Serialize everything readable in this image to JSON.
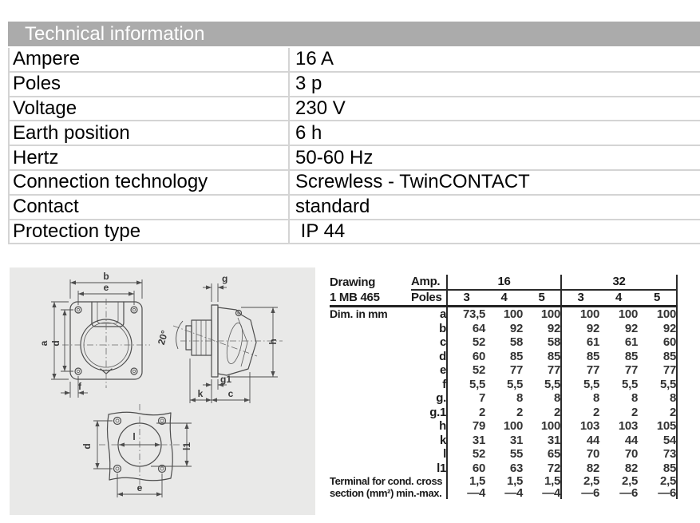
{
  "tech_info": {
    "title": "Technical information",
    "rows": [
      {
        "label": "Ampere",
        "value": "16 A"
      },
      {
        "label": "Poles",
        "value": "3 p"
      },
      {
        "label": "Voltage",
        "value": "230 V"
      },
      {
        "label": "Earth position",
        "value": "6 h"
      },
      {
        "label": "Hertz",
        "value": "50-60 Hz"
      },
      {
        "label": "Connection technology",
        "value": "Screwless - TwinCONTACT"
      },
      {
        "label": "Contact",
        "value": "standard"
      },
      {
        "label": "Protection type",
        "value": " IP 44"
      }
    ]
  },
  "drawing": {
    "front": {
      "b": "b",
      "e": "e",
      "a": "a",
      "d": "d",
      "f": "f"
    },
    "side": {
      "g": "g",
      "angle": "20°",
      "g1": "g1",
      "k": "k",
      "c": "c",
      "h": "h"
    },
    "bottom": {
      "d": "d",
      "l": "l",
      "l1": "l1",
      "e": "e"
    }
  },
  "dim_table": {
    "header": {
      "drawing_label": "Drawing",
      "drawing_code": "1 MB 465",
      "amp_label": "Amp.",
      "poles_label": "Poles",
      "amp_groups": [
        "16",
        "32"
      ],
      "pole_cols": [
        "3",
        "4",
        "5",
        "3",
        "4",
        "5"
      ]
    },
    "dim_note": "Dim. in mm",
    "rows": [
      {
        "dim": "a",
        "values": [
          "73,5",
          "100",
          "100",
          "100",
          "100",
          "100"
        ]
      },
      {
        "dim": "b",
        "values": [
          "64",
          "92",
          "92",
          "92",
          "92",
          "92"
        ]
      },
      {
        "dim": "c",
        "values": [
          "52",
          "58",
          "58",
          "61",
          "61",
          "60"
        ]
      },
      {
        "dim": "d",
        "values": [
          "60",
          "85",
          "85",
          "85",
          "85",
          "85"
        ]
      },
      {
        "dim": "e",
        "values": [
          "52",
          "77",
          "77",
          "77",
          "77",
          "77"
        ]
      },
      {
        "dim": "f",
        "values": [
          "5,5",
          "5,5",
          "5,5",
          "5,5",
          "5,5",
          "5,5"
        ]
      },
      {
        "dim": "g.",
        "values": [
          "7",
          "8",
          "8",
          "8",
          "8",
          "8"
        ]
      },
      {
        "dim": "g.1",
        "values": [
          "2",
          "2",
          "2",
          "2",
          "2",
          "2"
        ]
      },
      {
        "dim": "h",
        "values": [
          "79",
          "100",
          "100",
          "103",
          "103",
          "105"
        ]
      },
      {
        "dim": "k",
        "values": [
          "31",
          "31",
          "31",
          "44",
          "44",
          "54"
        ]
      },
      {
        "dim": "l",
        "values": [
          "52",
          "55",
          "65",
          "70",
          "70",
          "73"
        ]
      },
      {
        "dim": "l1",
        "values": [
          "60",
          "63",
          "72",
          "82",
          "82",
          "85"
        ]
      }
    ],
    "terminal_row": {
      "label_line1": "Terminal for cond. cross",
      "label_line2": "section (mm²) min.-max.",
      "values_line1": [
        "1,5",
        "1,5",
        "1,5",
        "2,5",
        "2,5",
        "2,5"
      ],
      "values_line2": [
        "—4",
        "—4",
        "—4",
        "—6",
        "—6",
        "—6"
      ]
    }
  },
  "colors": {
    "header_bg": "#ababab",
    "header_text": "#ffffff",
    "spec_border": "#d4d4d4",
    "panel_bg": "#e9e9e8",
    "drawing_line": "#4d4d4d",
    "dim_rule": "#2b2b2b"
  }
}
